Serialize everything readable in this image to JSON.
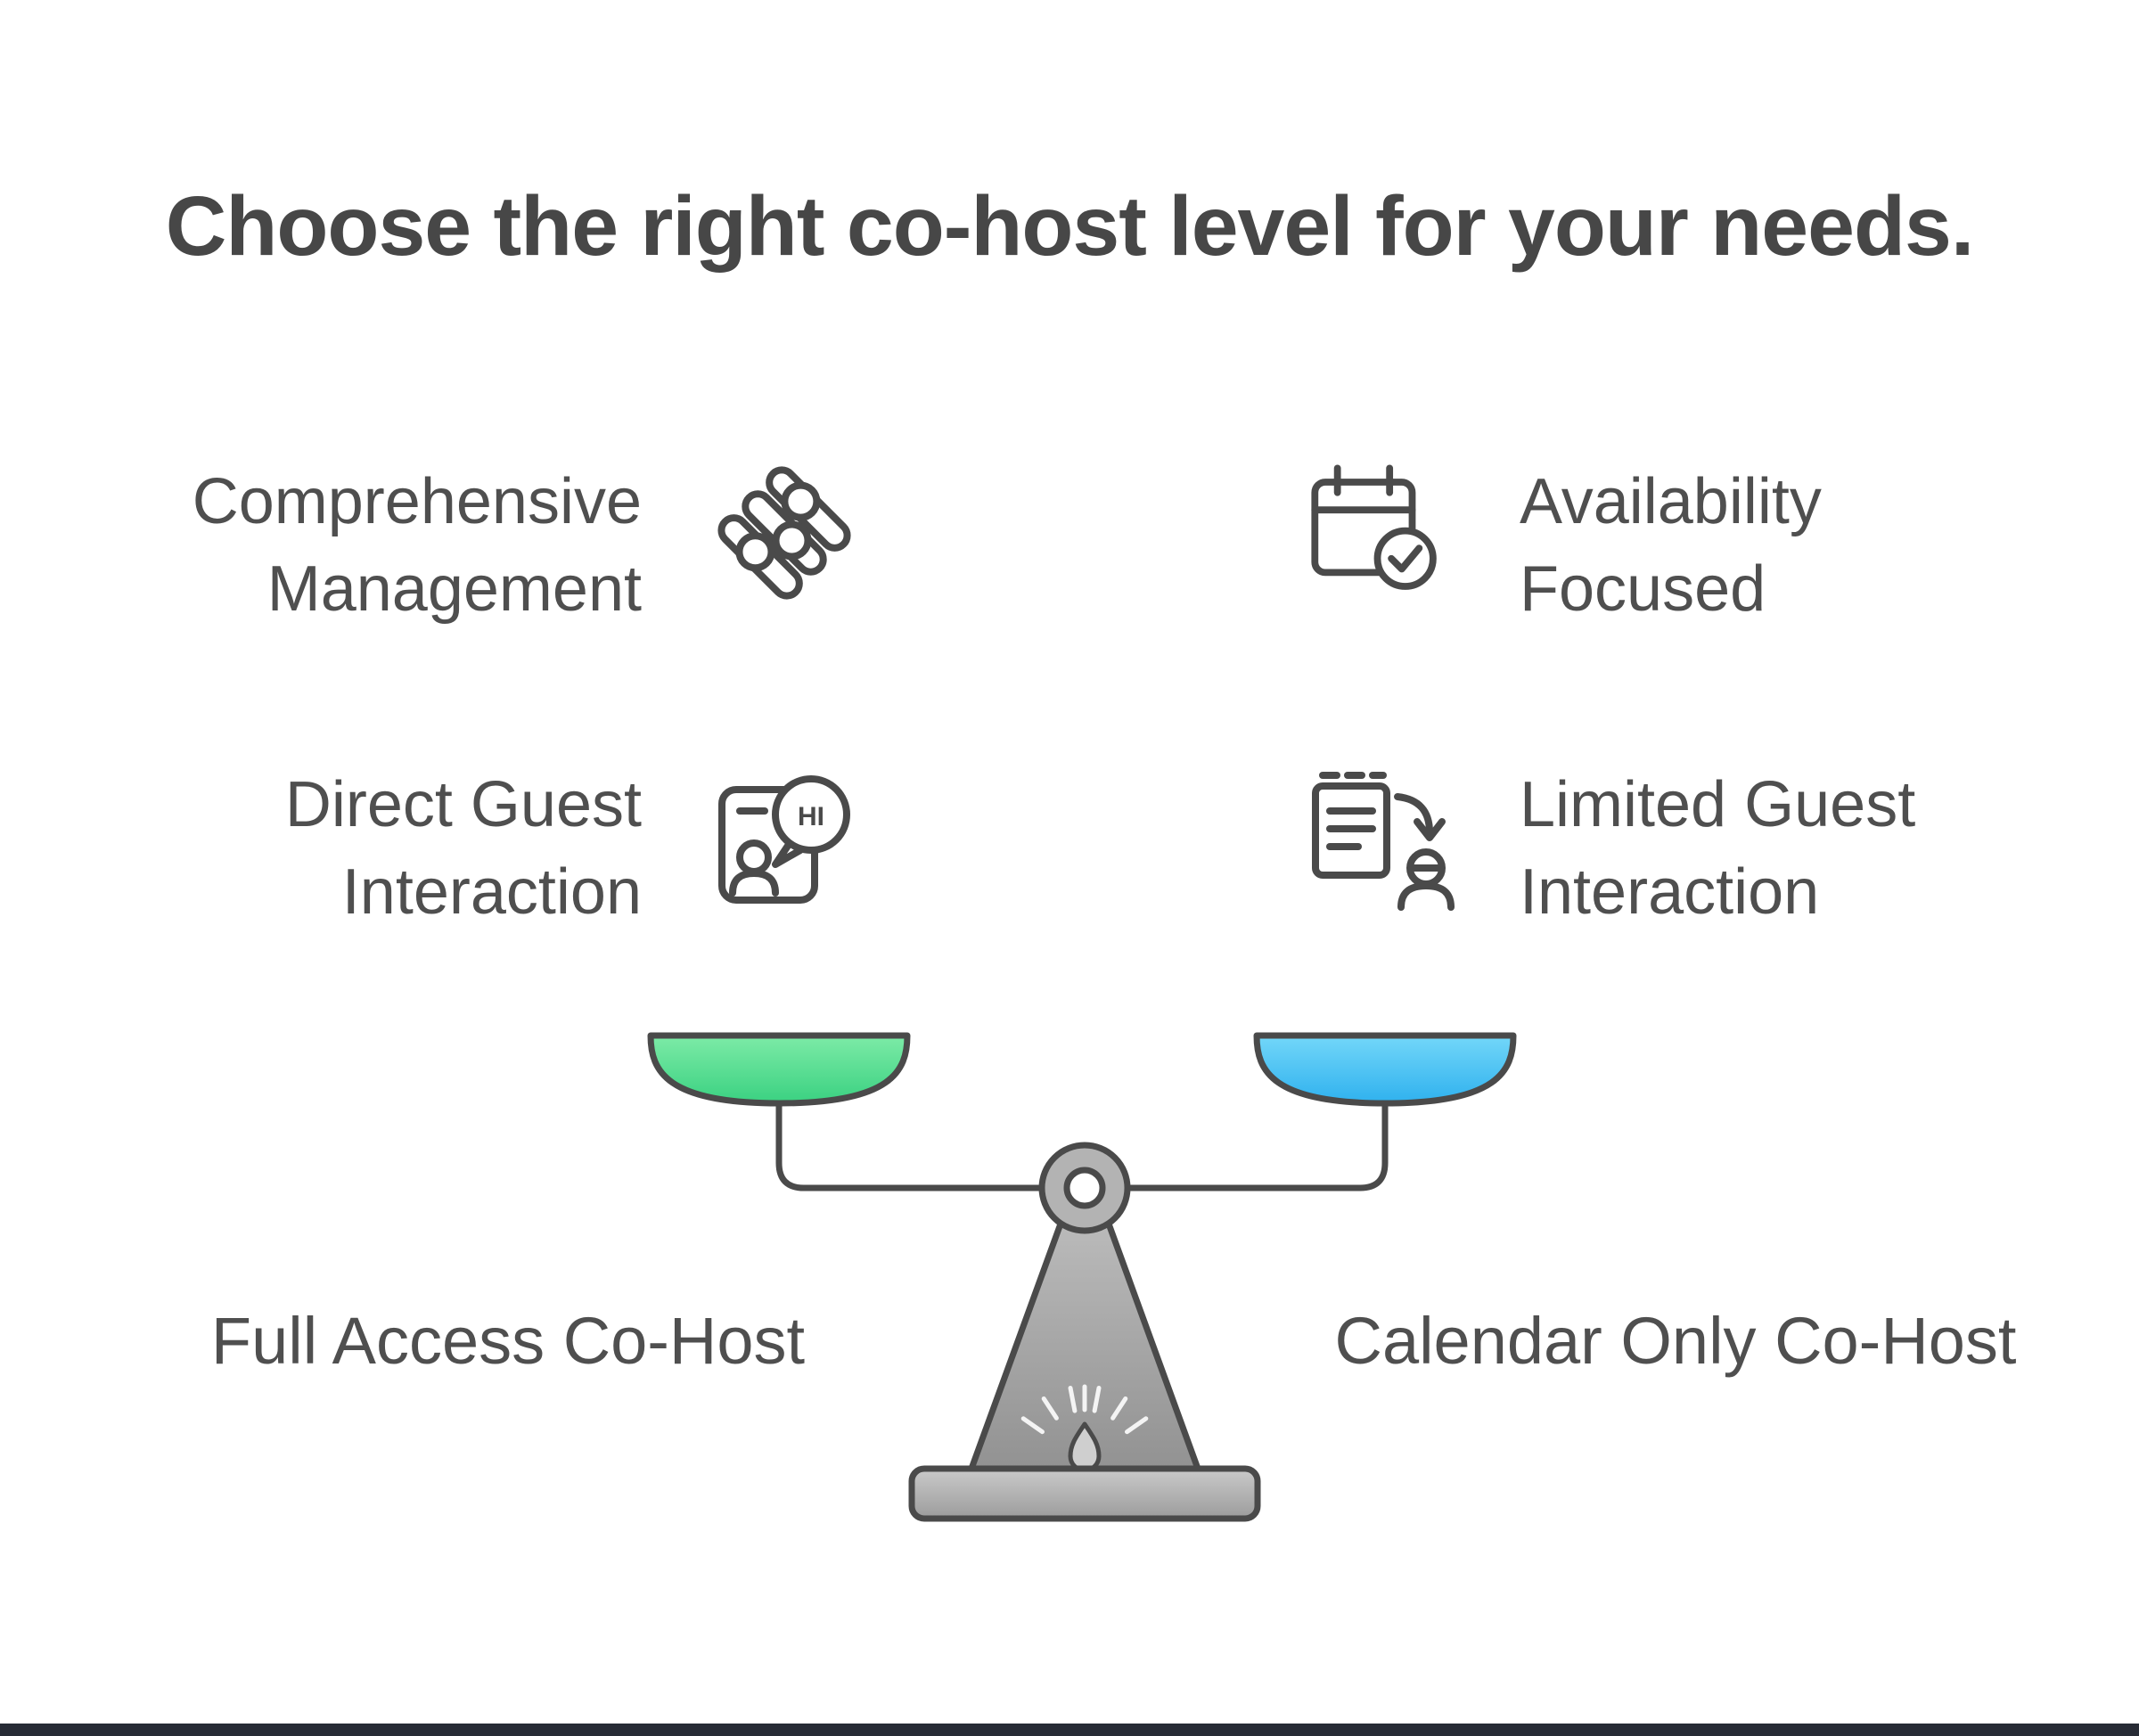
{
  "title": "Choose the right co-host level for your needs.",
  "features": {
    "top_left": {
      "line1": "Comprehensive",
      "line2": "Management",
      "icon": "sliders-icon"
    },
    "top_right": {
      "line1": "Availability",
      "line2": "Focused",
      "icon": "calendar-check-icon"
    },
    "mid_left": {
      "line1": "Direct Guest",
      "line2": "Interaction",
      "icon": "guest-chat-icon",
      "bubble_text": "HI"
    },
    "mid_right": {
      "line1": "Limited Guest",
      "line2": "Interaction",
      "icon": "clipboard-user-icon"
    }
  },
  "scale": {
    "left_label": "Full Access Co-Host",
    "right_label": "Calendar Only Co-Host",
    "left_pan_gradient": [
      "#7DEBA7",
      "#3AD181"
    ],
    "right_pan_gradient": [
      "#73D7F9",
      "#2FB1EE"
    ],
    "icon": "balance-scale"
  },
  "colors": {
    "text": "#4f4f4f",
    "title_text": "#474747",
    "line_stroke": "#4a4a4a",
    "footer_bar": "#272b35",
    "scale_body_gray": "#a5a5a5"
  }
}
